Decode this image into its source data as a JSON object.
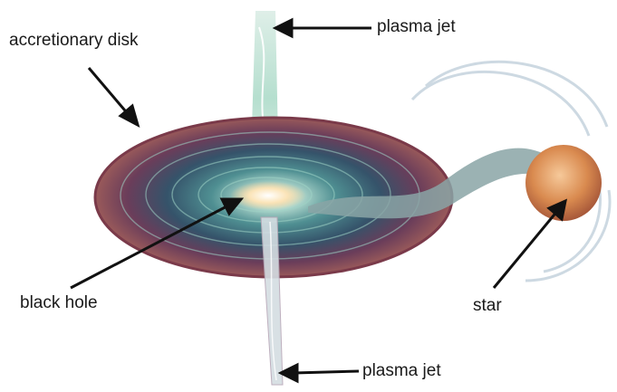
{
  "labels": {
    "accretionary_disk": "accretionary disk",
    "plasma_jet_top": "plasma jet",
    "plasma_jet_bottom": "plasma jet",
    "black_hole": "black hole",
    "star": "star"
  },
  "colors": {
    "disk_rim": "#7a3a4a",
    "disk_inner": "#3f6f73",
    "jet": "#cfeee0",
    "core": "#fff1c9",
    "star": "#d98a4f",
    "stream": "#8aa4a6",
    "text": "#1a1a1a"
  }
}
